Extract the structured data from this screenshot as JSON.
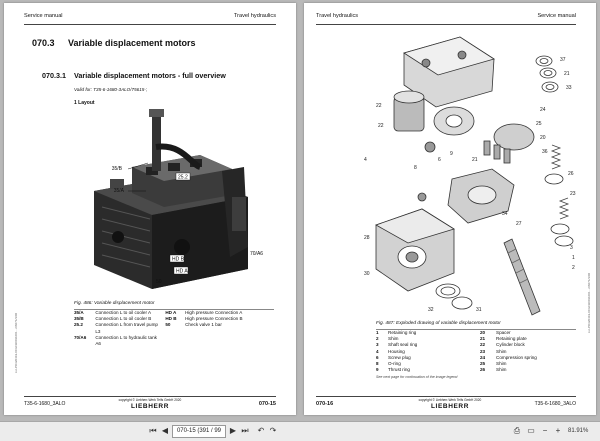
{
  "left_page": {
    "header_left": "Service manual",
    "header_right": "Travel hydraulics",
    "section_number": "070.3",
    "section_title": "Variable displacement motors",
    "subsection_number": "070.3.1",
    "subsection_title": "Variable displacement motors - full overview",
    "valid_for": "Valid for: T35-6-1680-3ALO/75615-;",
    "layout_heading": "1 Layout",
    "figure_labels": [
      "35/B",
      "35/A",
      "25.2",
      "HD B",
      "HD A",
      "70/A6",
      "50"
    ],
    "caption": "Fig. 486: Variable displacement motor",
    "legend": [
      {
        "code": "35/A",
        "text": "Connection L to oil cooler A",
        "code2": "HD A",
        "text2": "High pressure Connection A"
      },
      {
        "code": "35/B",
        "text": "Connection L to oil cooler B",
        "code2": "HD B",
        "text2": "High pressure Connection B"
      },
      {
        "code": "25.2",
        "text": "Connection L from travel pump L3",
        "code2": "50",
        "text2": "Check valve 1 bar"
      },
      {
        "code": "70/A6",
        "text": "Connection L to hydraulic tank A6",
        "code2": "",
        "text2": ""
      }
    ],
    "footer_left": "T35-6-1680_3ALO",
    "copyright": "copyright © Liebherr-Werk Telfs GmbH 2020",
    "brand": "LIEBHERR",
    "page_number": "070-15",
    "side_note": "LH-PO320419-00 EN20011001 - 2/6071/3/06"
  },
  "right_page": {
    "header_left": "Travel hydraulics",
    "header_right": "Service manual",
    "callouts": [
      "37",
      "21",
      "33",
      "24",
      "25",
      "20",
      "36",
      "26",
      "23",
      "22",
      "22",
      "4",
      "8",
      "6",
      "9",
      "21",
      "34",
      "27",
      "3",
      "1",
      "2",
      "28",
      "30",
      "32",
      "31"
    ],
    "caption": "Fig. 487: Exploded drawing of variable displacement motor",
    "legend": [
      {
        "code": "1",
        "text": "Retaining ring",
        "code2": "20",
        "text2": "Spacer"
      },
      {
        "code": "2",
        "text": "Shim",
        "code2": "21",
        "text2": "Retaining plate"
      },
      {
        "code": "3",
        "text": "Shaft seal ring",
        "code2": "22",
        "text2": "Cylinder block"
      },
      {
        "code": "4",
        "text": "Housing",
        "code2": "23",
        "text2": "Shim"
      },
      {
        "code": "6",
        "text": "Screw plug",
        "code2": "24",
        "text2": "Compression spring"
      },
      {
        "code": "8",
        "text": "O-ring",
        "code2": "25",
        "text2": "Shim"
      },
      {
        "code": "9",
        "text": "Thrust ring",
        "code2": "26",
        "text2": "Shim"
      }
    ],
    "legend_note": "See next page for continuation of the image legend",
    "page_number": "070-16",
    "copyright": "copyright © Liebherr-Werk Telfs GmbH 2020",
    "brand": "LIEBHERR",
    "footer_right": "T35-6-1680_3ALO",
    "side_note": "LH-PO320419-00 EN20011001 - 2/6071/3/06"
  },
  "toolbar": {
    "page_field": "070-15 (391 / 99",
    "zoom": "81.91%",
    "icons": [
      "first-page-icon",
      "prev-page-icon",
      "next-page-icon",
      "last-page-icon",
      "back-icon",
      "forward-icon",
      "print-icon",
      "fit-width-icon",
      "zoom-out-icon",
      "zoom-in-icon"
    ]
  }
}
